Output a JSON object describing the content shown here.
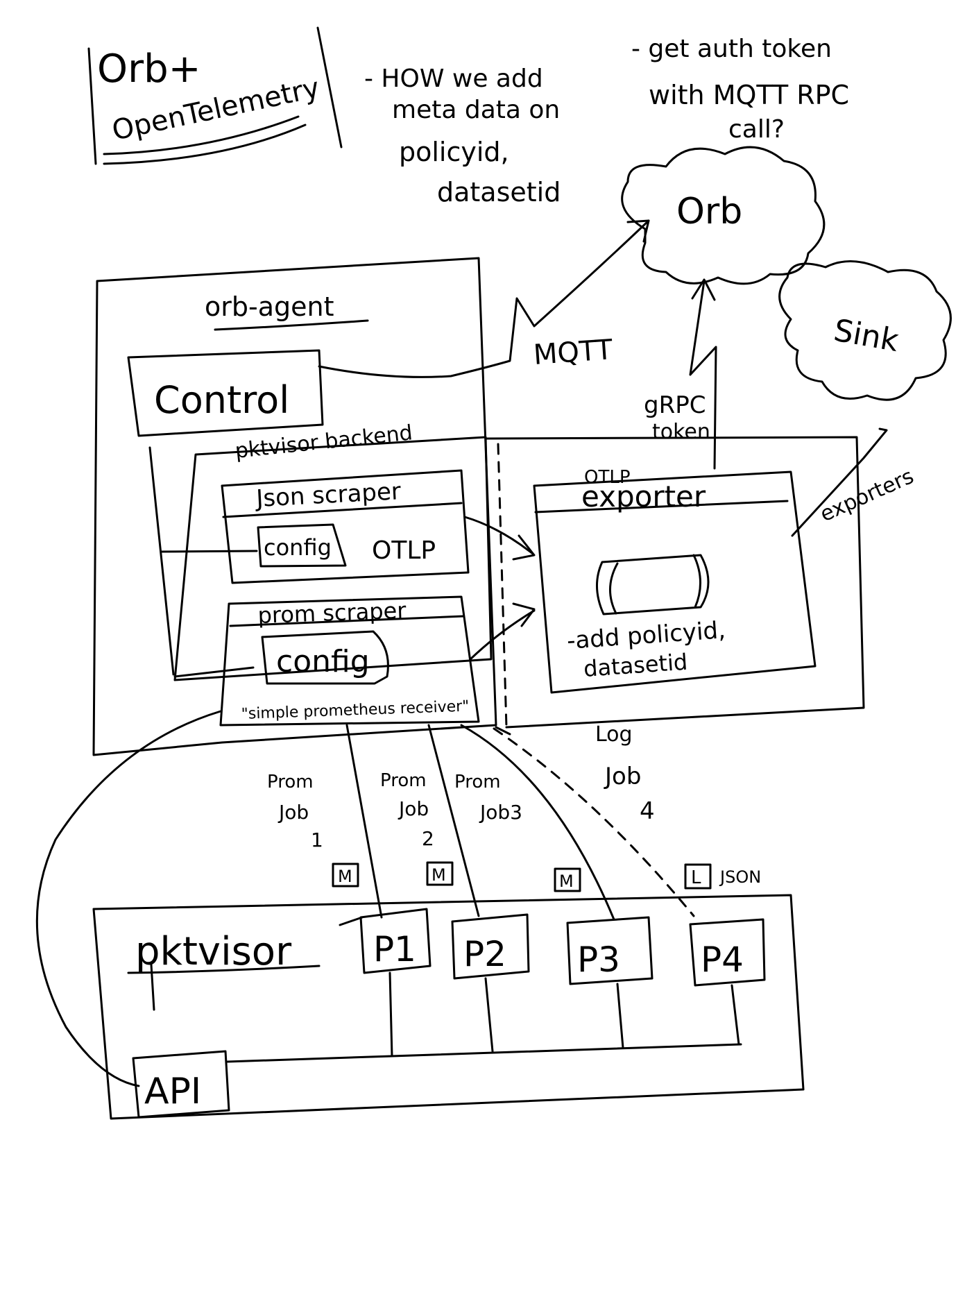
{
  "title": {
    "line1": "Orb+",
    "line2": "OpenTelemetry"
  },
  "notes": {
    "metadata": [
      "- HOW we add",
      "meta data on",
      "policyid,",
      "datasetid"
    ],
    "auth": [
      "- get auth token",
      "with MQTT RPC",
      "call?"
    ]
  },
  "clouds": {
    "orb": "Orb",
    "sink": "Sink"
  },
  "orb_agent": {
    "label": "orb-agent",
    "control": "Control",
    "mqtt": "MQTT"
  },
  "pktvisor_backend": {
    "label": "pktvisor backend",
    "json_scraper": {
      "title": "Json scraper",
      "config": "config",
      "otlp": "OTLP"
    },
    "prom_scraper": {
      "title": "prom scraper",
      "config": "config",
      "note": "\"simple prometheus receiver\""
    }
  },
  "otlp_exporter": {
    "small_label": "OTLP",
    "title": "exporter",
    "notes": [
      "-add policyid,",
      "datasetid"
    ],
    "grpc": [
      "gRPC",
      "token"
    ],
    "exporters": "exporters"
  },
  "jobs": [
    {
      "lines": [
        "Prom",
        "Job",
        "1"
      ],
      "tag": "M"
    },
    {
      "lines": [
        "Prom",
        "Job",
        "2"
      ],
      "tag": "M"
    },
    {
      "lines": [
        "Prom",
        "Job3"
      ],
      "tag": "M"
    },
    {
      "lines": [
        "Log",
        "Job",
        "4"
      ],
      "tag": "L",
      "tag_note": "JSON"
    }
  ],
  "pktvisor": {
    "label": "pktvisor",
    "policies": [
      "P1",
      "P2",
      "P3",
      "P4"
    ],
    "api": "API"
  }
}
